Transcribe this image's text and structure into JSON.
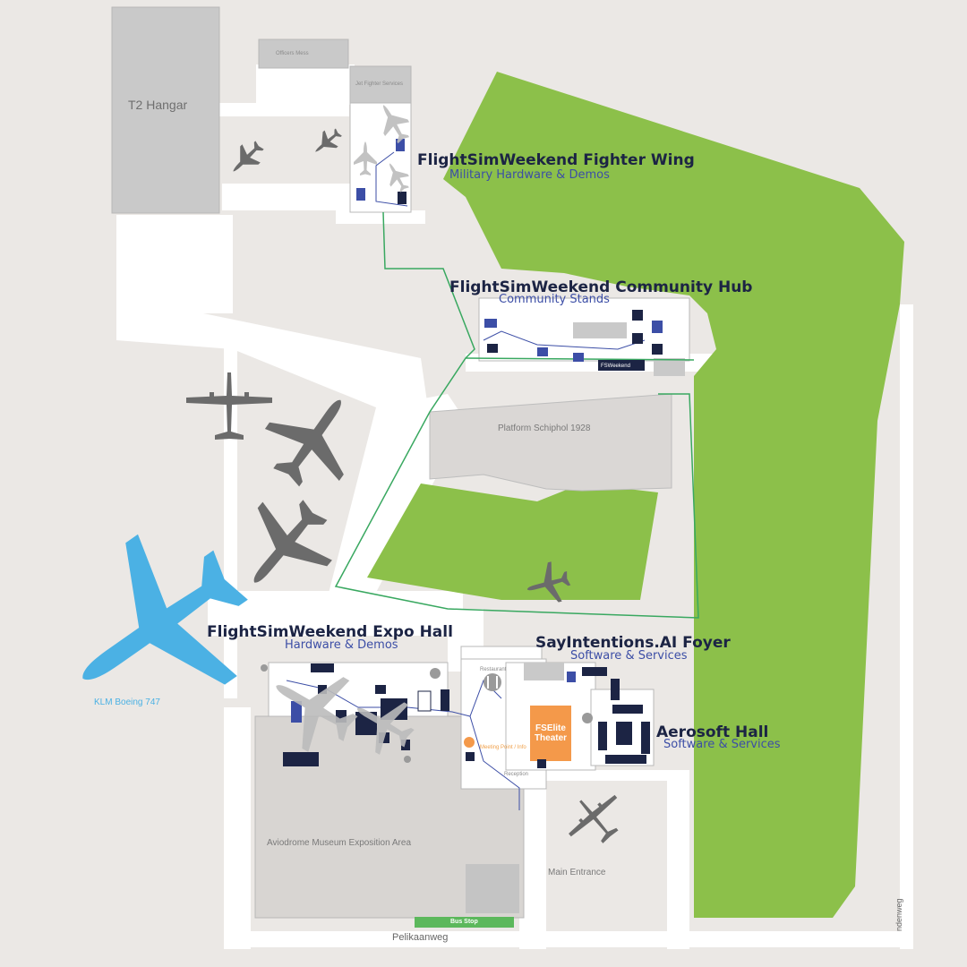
{
  "colors": {
    "background": "#ebe8e5",
    "road": "#ffffff",
    "building": "#c9c9c9",
    "grass": "#8cc04a",
    "route": "#39a860",
    "title": "#1c2444",
    "subtitle": "#3c4ea6",
    "stand_dark": "#1c2444",
    "stand_blue": "#3c4ea6",
    "aircraft": "#6b6b6b",
    "klm": "#4bb1e4",
    "theater": "#f4994a",
    "bus_stop": "#5cb85c"
  },
  "venues": {
    "fighter_wing": {
      "title": "FlightSimWeekend Fighter Wing",
      "subtitle": "Military Hardware & Demos"
    },
    "community_hub": {
      "title": "FlightSimWeekend Community Hub",
      "subtitle": "Community Stands"
    },
    "expo_hall": {
      "title": "FlightSimWeekend Expo Hall",
      "subtitle": "Hardware & Demos"
    },
    "sayintentions": {
      "title": "SayIntentions.AI Foyer",
      "subtitle": "Software & Services"
    },
    "aerosoft": {
      "title": "Aerosoft Hall",
      "subtitle": "Software & Services"
    }
  },
  "areas": {
    "t2_hangar": "T2 Hangar",
    "officers_mess": "Officers Mess",
    "jet_fighter_services": "Jet Fighter Services",
    "platform": "Platform Schiphol 1928",
    "museum": "Aviodrome Museum Exposition Area",
    "main_entrance": "Main Entrance",
    "restaurant": "Restaurant",
    "reception": "Reception",
    "orange_note": "Meeting Point / Info",
    "theater": "FSElite Theater",
    "fsweekend_stand": "FSWeekend"
  },
  "icons": {
    "aircraft": "aircraft-silhouette-icon",
    "restaurant": "fork-knife-icon",
    "info": "info-icon",
    "coins": "coins-icon"
  },
  "aircraft": {
    "klm": "KLM Boeing 747"
  },
  "roads": {
    "pelikaanweg": "Pelikaanweg",
    "east": "ndenweg"
  },
  "bus_stop": "Bus Stop"
}
